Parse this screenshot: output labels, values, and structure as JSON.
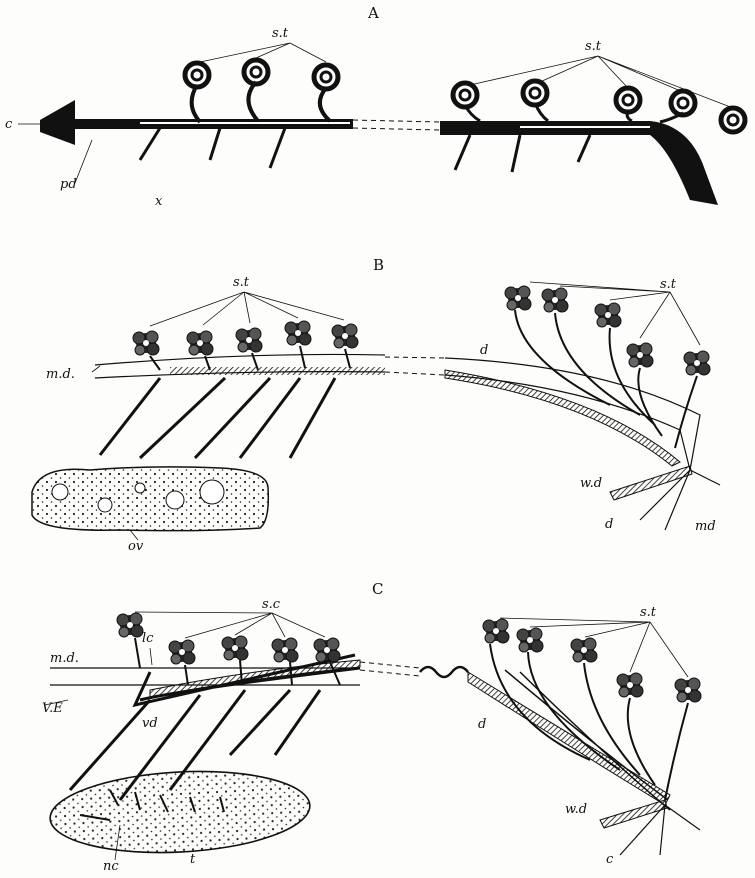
{
  "panels": {
    "A": {
      "title": "A",
      "labels": {
        "st_left": "s.t",
        "st_right": "s.t",
        "c": "c",
        "pd": "pd",
        "x": "x"
      }
    },
    "B": {
      "title": "B",
      "labels": {
        "st_left": "s.t",
        "st_right": "s.t",
        "md": "m.d.",
        "d": "d",
        "wd": "w.d",
        "d2": "d",
        "md2": "md",
        "ov": "ov"
      }
    },
    "C": {
      "title": "C",
      "labels": {
        "sc": "s.c",
        "st_right": "s.t",
        "lc": "lc",
        "md": "m.d.",
        "ve": "V.E",
        "vd": "vd",
        "d": "d",
        "wd": "w.d",
        "c": "c",
        "nc": "nc",
        "t": "t"
      }
    }
  }
}
